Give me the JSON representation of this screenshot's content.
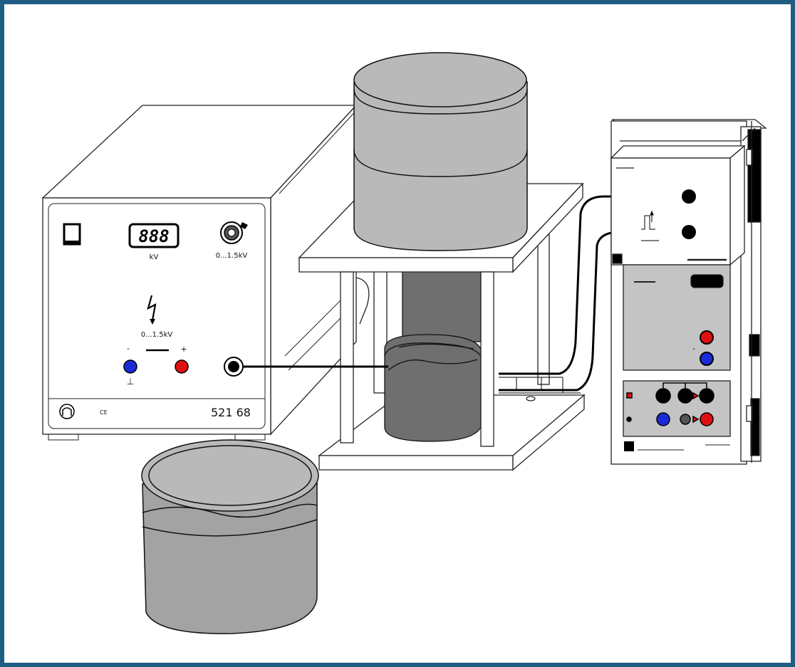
{
  "colors": {
    "frame": "#1f5d84",
    "device_face": "#f2f2f2",
    "gray_light": "#b9b9b9",
    "gray_mid": "#a3a3a3",
    "gray_dark": "#6f6f6f",
    "socket_red": "#e01010",
    "socket_blue": "#1a2ad8",
    "socket_black": "#000000"
  },
  "power_supply": {
    "display_digits": "888",
    "display_unit": "kV",
    "knob_range": "0...1.5kV",
    "output_range": "0...1.5kV",
    "minus_sign": "-",
    "plus_sign": "+",
    "ground_symbol": "⊥",
    "catalog_number": "521 68",
    "ce_mark": "CE",
    "power_switch_icon": "switch",
    "hv_warning_icon": "lightning-arrow"
  },
  "measurement_module": {
    "upper_socket_color": "black",
    "lower_socket_color": "black",
    "minus_label": "-"
  }
}
